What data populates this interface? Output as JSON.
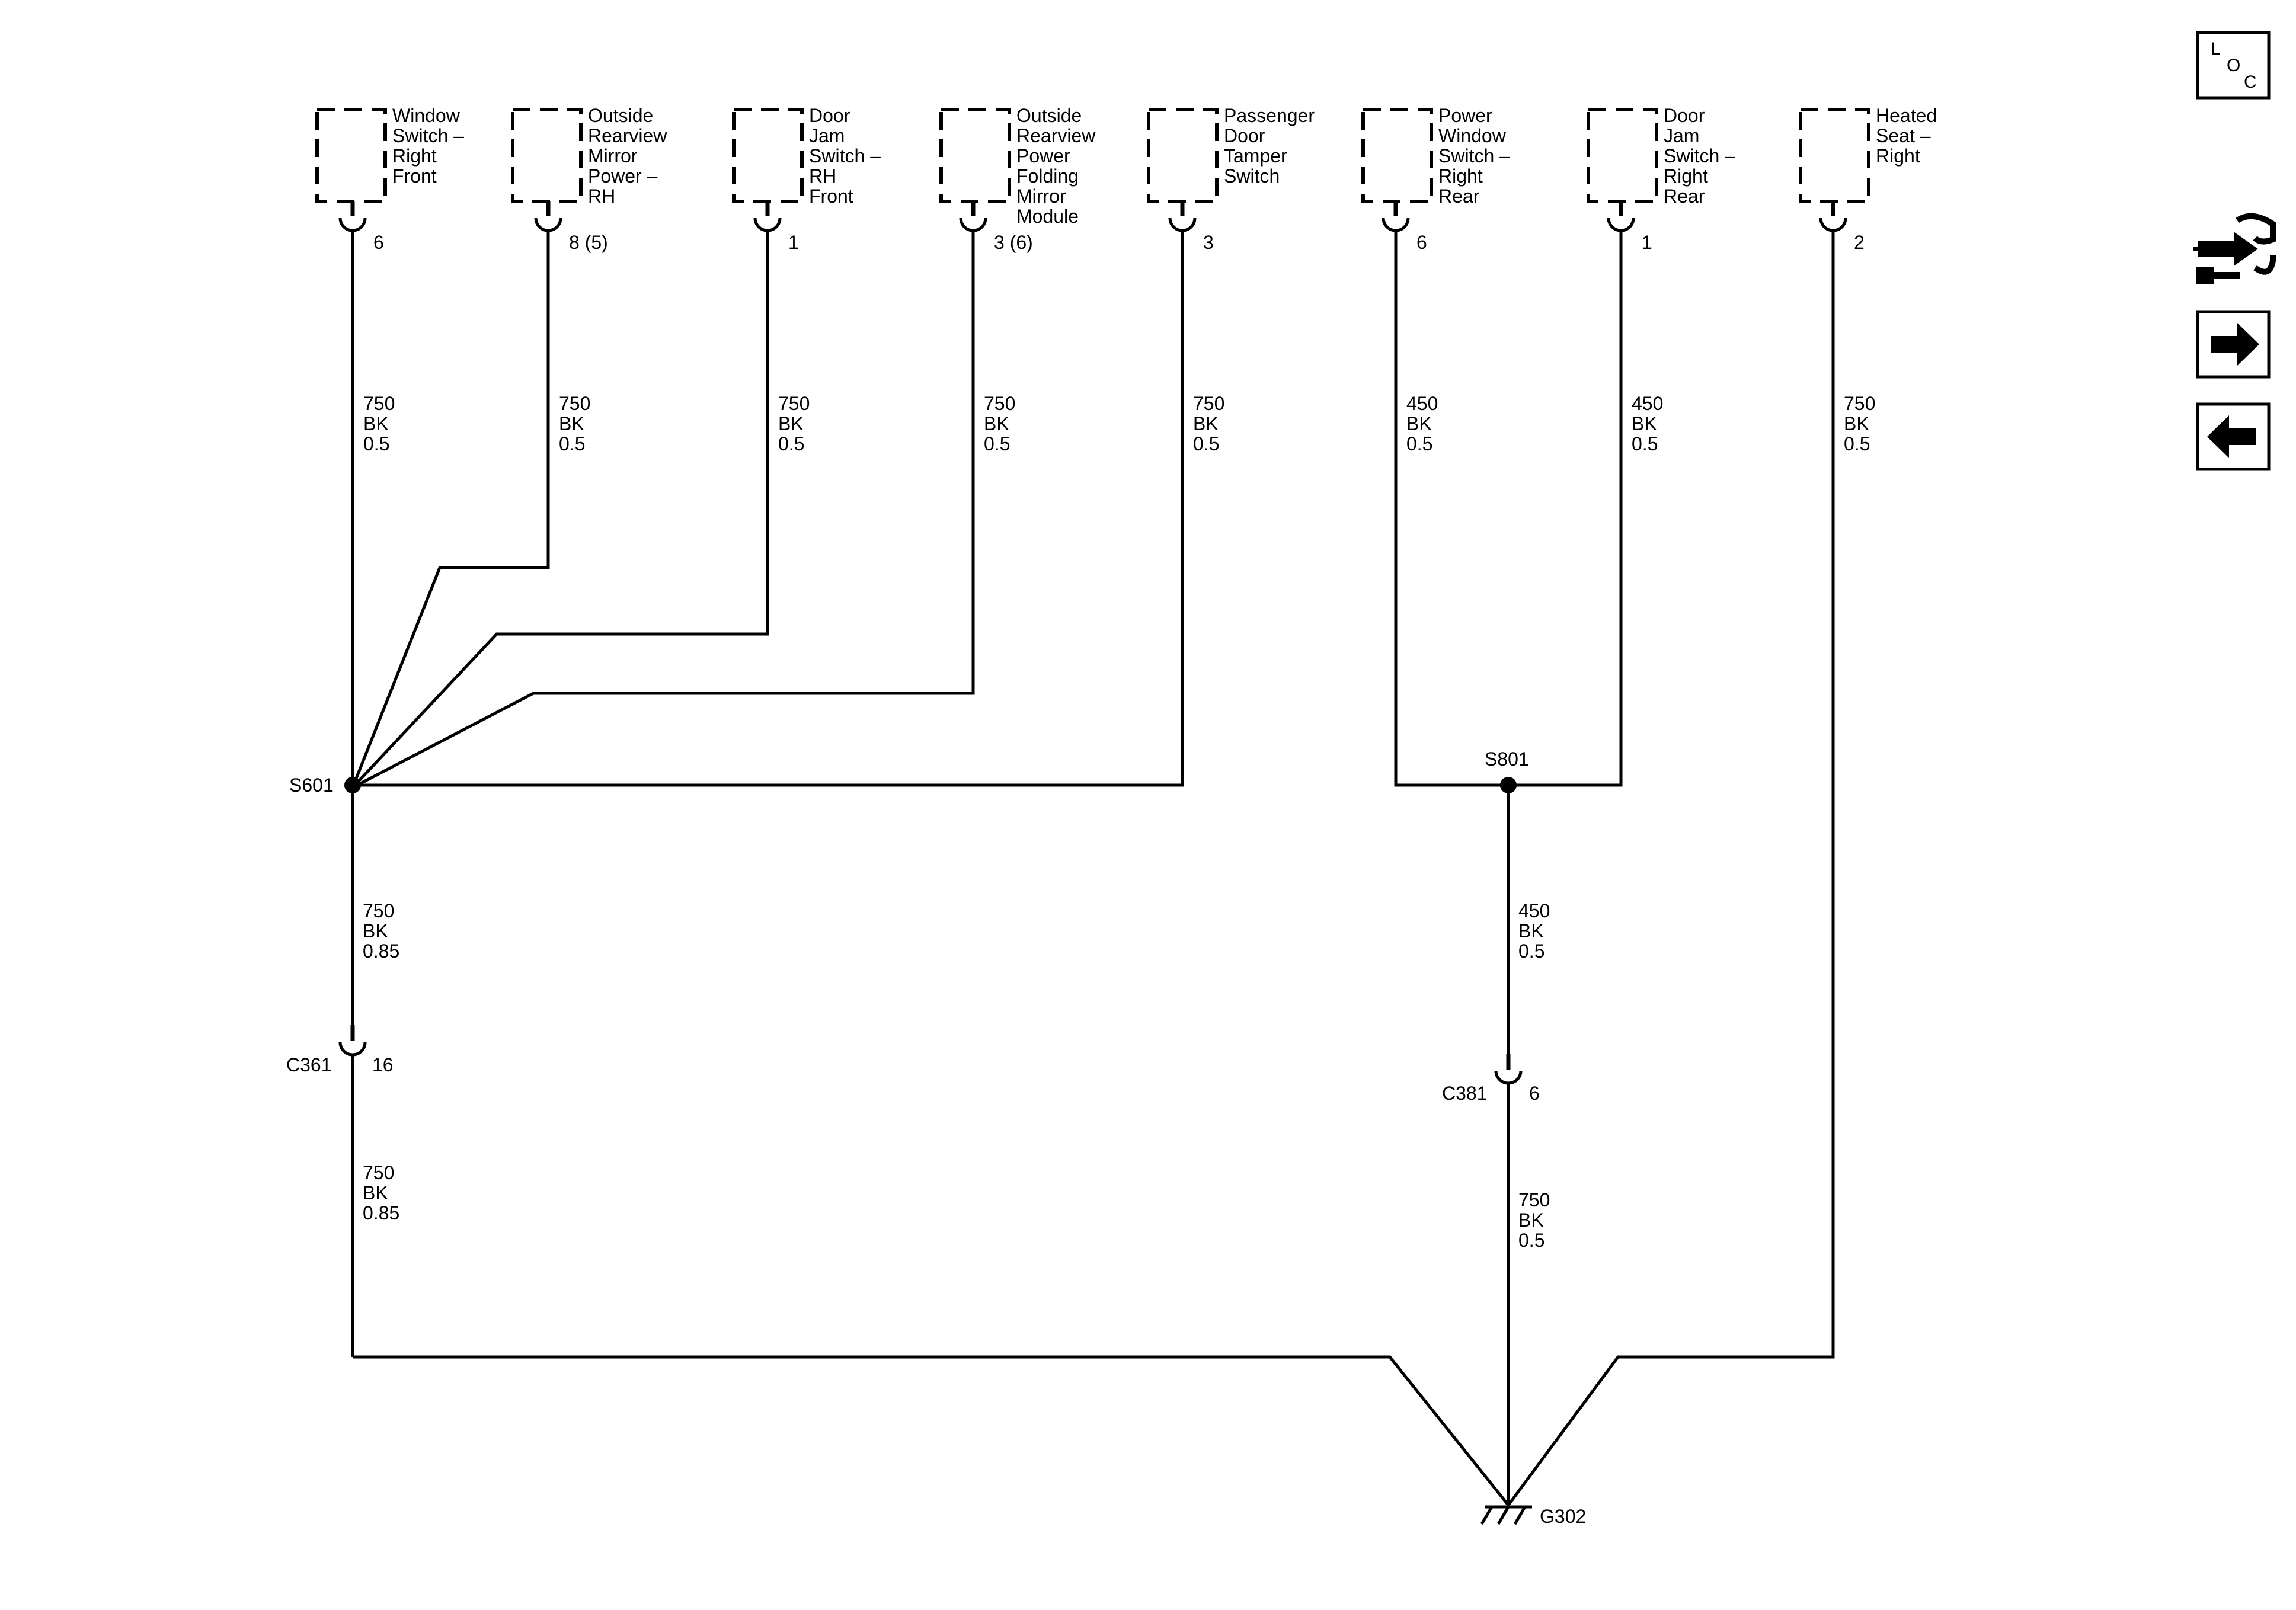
{
  "components": [
    {
      "id": "c1",
      "name_lines": [
        "Window",
        "Switch –",
        "Right",
        "Front"
      ],
      "pin": "6",
      "wire": [
        "750",
        "BK",
        "0.5"
      ]
    },
    {
      "id": "c2",
      "name_lines": [
        "Outside",
        "Rearview",
        "Mirror",
        "Power –",
        "RH"
      ],
      "pin": "8 (5)",
      "wire": [
        "750",
        "BK",
        "0.5"
      ]
    },
    {
      "id": "c3",
      "name_lines": [
        "Door",
        "Jam",
        "Switch –",
        "RH",
        "Front"
      ],
      "pin": "1",
      "wire": [
        "750",
        "BK",
        "0.5"
      ]
    },
    {
      "id": "c4",
      "name_lines": [
        "Outside",
        "Rearview",
        "Power",
        "Folding",
        "Mirror",
        "Module"
      ],
      "pin": "3 (6)",
      "wire": [
        "750",
        "BK",
        "0.5"
      ]
    },
    {
      "id": "c5",
      "name_lines": [
        "Passenger",
        "Door",
        "Tamper",
        "Switch"
      ],
      "pin": "3",
      "wire": [
        "750",
        "BK",
        "0.5"
      ]
    },
    {
      "id": "c6",
      "name_lines": [
        "Power",
        "Window",
        "Switch –",
        "Right",
        "Rear"
      ],
      "pin": "6",
      "wire": [
        "450",
        "BK",
        "0.5"
      ]
    },
    {
      "id": "c7",
      "name_lines": [
        "Door",
        "Jam",
        "Switch –",
        "Right",
        "Rear"
      ],
      "pin": "1",
      "wire": [
        "450",
        "BK",
        "0.5"
      ]
    },
    {
      "id": "c8",
      "name_lines": [
        "Heated",
        "Seat –",
        "Right"
      ],
      "pin": "2",
      "wire": [
        "750",
        "BK",
        "0.5"
      ]
    }
  ],
  "splices": {
    "s601": {
      "label": "S601",
      "out_wire": [
        "750",
        "BK",
        "0.85"
      ]
    },
    "s801": {
      "label": "S801",
      "out_wire": [
        "450",
        "BK",
        "0.5"
      ]
    }
  },
  "inline_connectors": {
    "c361": {
      "label": "C361",
      "pin": "16",
      "out_wire": [
        "750",
        "BK",
        "0.85"
      ]
    },
    "c381": {
      "label": "C381",
      "pin": "6",
      "out_wire": [
        "750",
        "BK",
        "0.5"
      ]
    }
  },
  "ground": {
    "label": "G302"
  },
  "nav": {
    "loc_letters": [
      "L",
      "O",
      "C"
    ],
    "icons": [
      "loc-icon",
      "component-view-icon",
      "forward-arrow-icon",
      "back-arrow-icon"
    ]
  }
}
